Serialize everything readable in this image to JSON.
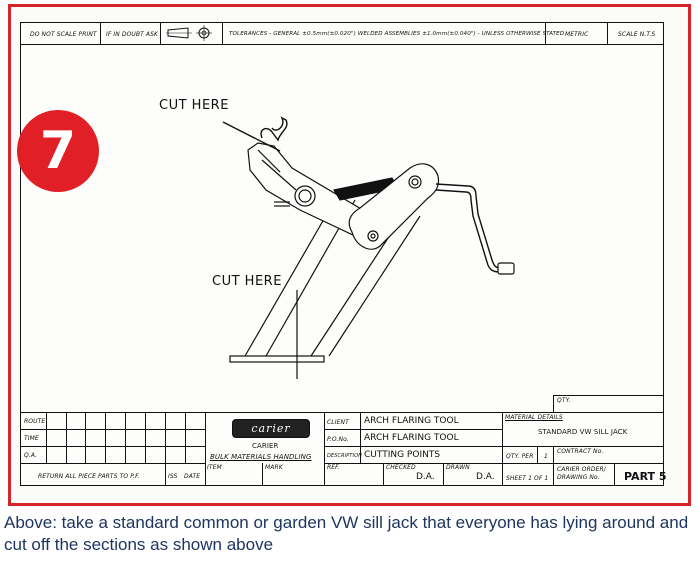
{
  "header": {
    "do_not_scale": "DO NOT SCALE PRINT",
    "if_in_doubt": "IF IN DOUBT ASK",
    "tolerances": "TOLERANCES - GENERAL ±0.5mm(±0.020\") WELDED ASSEMBLIES ±1.0mm(±0.040\") - UNLESS OTHERWISE STATED",
    "metric": "METRIC",
    "scale": "SCALE N.T.S"
  },
  "badge_number": "7",
  "labels": {
    "cut_upper": "CUT HERE",
    "cut_lower": "CUT HERE"
  },
  "title_block": {
    "qty": "QTY.",
    "route": "ROUTE",
    "time": "TIME",
    "qa": "Q.A.",
    "return_note": "RETURN ALL PIECE PARTS TO P.F.",
    "iss": "ISS",
    "date": "DATE",
    "item": "ITEM",
    "mark": "MARK",
    "ref": "REF.",
    "logo_text": "carier",
    "company": "CARIER",
    "company_sub": "BULK MATERIALS HANDLING",
    "client_label": "CLIENT",
    "client_value": "ARCH FLARING TOOL",
    "po_label": "P.O.No.",
    "po_value": "ARCH FLARING TOOL",
    "desc_label": "DESCRIPTION",
    "desc_value": "CUTTING POINTS",
    "material_label": "MATERIAL DETAILS",
    "material_value": "STANDARD VW SILL JACK",
    "qty_per_label": "QTY. PER",
    "qty_per_value": "1",
    "contract_label": "CONTRACT No.",
    "checked_label": "CHECKED",
    "checked_value": "D.A.",
    "drawn_label": "DRAWN",
    "drawn_value": "D.A.",
    "sheet": "SHEET 1 OF 1",
    "carier_order": "CARIER ORDER/",
    "drawing_no": "DRAWING No.",
    "part": "PART 5"
  },
  "caption": "Above: take a standard common or garden VW sill jack that everyone has lying around and cut off the sections as shown above",
  "colors": {
    "frame_red": "#d6242a",
    "badge_red": "#e11f26",
    "caption_blue": "#1d3560",
    "line_black": "#111111"
  }
}
